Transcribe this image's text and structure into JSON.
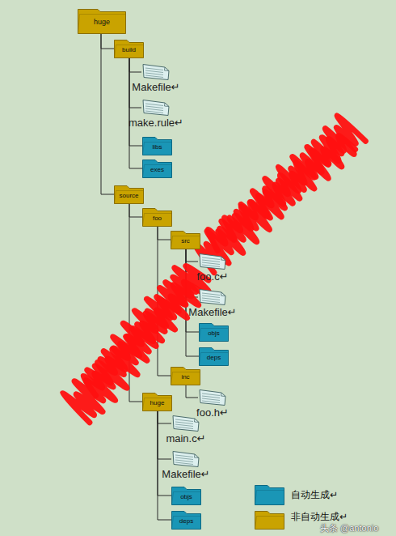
{
  "diagram": {
    "nodes": [
      {
        "text": [
          "huge"
        ]
      },
      {
        "text": [
          "build"
        ]
      },
      {
        "text": [
          "Makefile↵"
        ]
      },
      {
        "text": [
          "make.rule↵"
        ]
      },
      {
        "text": [
          "libs"
        ]
      },
      {
        "text": [
          "exes"
        ]
      },
      {
        "text": [
          "source"
        ]
      },
      {
        "text": [
          "foo"
        ]
      },
      {
        "text": [
          "src"
        ]
      },
      {
        "text": [
          "foo.c↵"
        ]
      },
      {
        "text": [
          "Makefile↵"
        ]
      },
      {
        "text": [
          "objs"
        ]
      },
      {
        "text": [
          "deps"
        ]
      },
      {
        "text": [
          "inc"
        ]
      },
      {
        "text": [
          "foo.h↵"
        ]
      },
      {
        "text": [
          "huge"
        ]
      },
      {
        "text": [
          "main.c↵"
        ]
      },
      {
        "text": [
          "Makefile↵"
        ]
      },
      {
        "text": [
          "objs"
        ]
      },
      {
        "text": [
          "deps"
        ]
      }
    ],
    "edges": [
      {
        "from": 0,
        "to": 1,
        "arrow": "none"
      },
      {
        "from": 0,
        "to": 6,
        "arrow": "none"
      },
      {
        "from": 1,
        "to": 2,
        "arrow": "none"
      },
      {
        "from": 1,
        "to": 3,
        "arrow": "none"
      },
      {
        "from": 1,
        "to": 4,
        "arrow": "none"
      },
      {
        "from": 1,
        "to": 5,
        "arrow": "none"
      },
      {
        "from": 6,
        "to": 7,
        "arrow": "none"
      },
      {
        "from": 6,
        "to": 15,
        "arrow": "none"
      },
      {
        "from": 7,
        "to": 8,
        "arrow": "none"
      },
      {
        "from": 7,
        "to": 13,
        "arrow": "none"
      },
      {
        "from": 8,
        "to": 9,
        "arrow": "none"
      },
      {
        "from": 8,
        "to": 10,
        "arrow": "none"
      },
      {
        "from": 8,
        "to": 11,
        "arrow": "none"
      },
      {
        "from": 8,
        "to": 12,
        "arrow": "none"
      },
      {
        "from": 13,
        "to": 14,
        "arrow": "none"
      },
      {
        "from": 15,
        "to": 16,
        "arrow": "none"
      },
      {
        "from": 15,
        "to": 17,
        "arrow": "none"
      },
      {
        "from": 15,
        "to": 18,
        "arrow": "none"
      },
      {
        "from": 15,
        "to": 19,
        "arrow": "none"
      }
    ],
    "labels": [
      "头条 @antonio"
    ],
    "legend": [
      {
        "text": "自动生成↵",
        "color": "#1a96b6"
      },
      {
        "text": "非自动生成↵",
        "color": "#c9a300"
      }
    ]
  }
}
